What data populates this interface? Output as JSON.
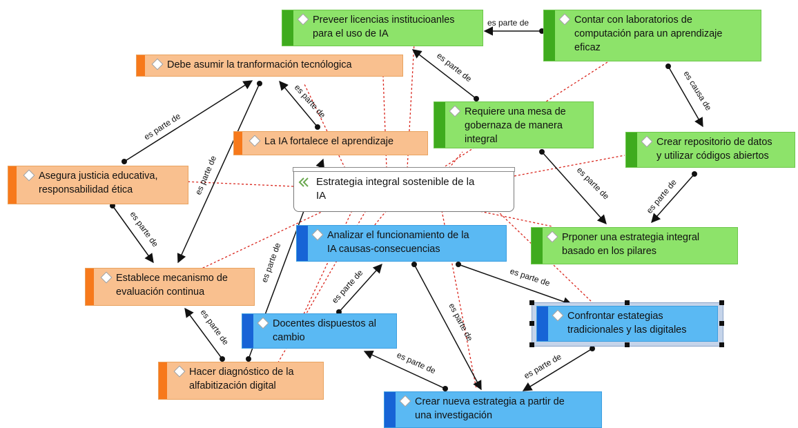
{
  "central": {
    "label": "Estrategia integral sostenible de la\nIA"
  },
  "nodes": {
    "preveer": "Preveer licencias institucioanles\npara el uso de IA",
    "contar": "Contar con laboratorios de\ncomputación para un aprendizaje\neficaz",
    "debe": "Debe asumir la tranformación tecnólogica",
    "requiere": "Requiere una mesa de\ngobernaza de manera\nintegral",
    "crear_repo": "Crear repositorio de datos\ny utilizar códigos abiertos",
    "ia_fortalece": "La IA fortalece el aprendizaje",
    "asegura": "Asegura justicia educativa,\nresponsabilidad ética",
    "analizar": "Analizar el funcionamiento de la\nIA causas-consecuencias",
    "proponer": "Prponer una estrategia integral\nbasado en los pilares",
    "establece": "Establece mecanismo de\nevaluación continua",
    "docentes": "Docentes dispuestos al\ncambio",
    "confrontar": "Confrontar estategias\ntradicionales y las digitales",
    "hacer": "Hacer diagnóstico de la\nalfabitización digital",
    "crear_nueva": "Crear nueva estrategia a partir de\nuna investigación"
  },
  "relations": {
    "es_parte_de": "es parte de",
    "es_causa_de": "es causa de"
  },
  "colors": {
    "orange_fill": "#f9c08f",
    "orange_bar": "#f7791b",
    "green_fill": "#8de36a",
    "green_bar": "#3fab1e",
    "blue_fill": "#5ab9f3",
    "blue_bar": "#1764d6",
    "dotted_link": "#d9251c"
  },
  "icons": {
    "node_marker": "diamond-icon",
    "central_marker": "chain-links-icon"
  }
}
